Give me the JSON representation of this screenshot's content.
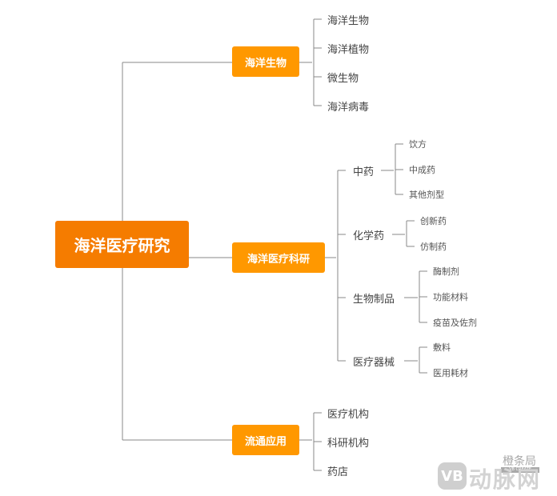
{
  "root": {
    "label": "海洋医疗研究"
  },
  "branches": [
    {
      "label": "海洋生物",
      "children": [
        {
          "label": "海洋生物",
          "children": []
        },
        {
          "label": "海洋植物",
          "children": []
        },
        {
          "label": "微生物",
          "children": []
        },
        {
          "label": "海洋病毒",
          "children": []
        }
      ]
    },
    {
      "label": "海洋医疗科研",
      "children": [
        {
          "label": "中药",
          "children": [
            "饮方",
            "中成药",
            "其他剂型"
          ]
        },
        {
          "label": "化学药",
          "children": [
            "创新药",
            "仿制药"
          ]
        },
        {
          "label": "生物制品",
          "children": [
            "酶制剂",
            "功能材料",
            "疫苗及佐剂"
          ]
        },
        {
          "label": "医疗器械",
          "children": [
            "敷料",
            "医用耗材"
          ]
        }
      ]
    },
    {
      "label": "流通应用",
      "children": [
        {
          "label": "医疗机构",
          "children": []
        },
        {
          "label": "科研机构",
          "children": []
        },
        {
          "label": "药店",
          "children": []
        }
      ]
    }
  ],
  "watermark": {
    "brand_cn": "橙条局",
    "brand_en": "VB CREATE",
    "logo_mark": "VB",
    "logo_text": "动脉网"
  },
  "colors": {
    "root_fill": "#f57c00",
    "branch_fill": "#ff9800",
    "connector": "#888888"
  }
}
